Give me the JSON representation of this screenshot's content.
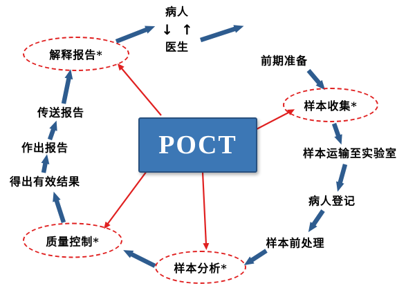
{
  "diagram": {
    "center_label": "POCT",
    "top": {
      "patient": "病人",
      "down_arrow": "↓",
      "up_arrow": "↑",
      "doctor": "医生"
    },
    "steps": {
      "prep": "前期准备",
      "collect": "样本收集*",
      "transport": "样本运输至实验室",
      "register": "病人登记",
      "pretreat": "样本前处理",
      "analyze": "样本分析*",
      "qc": "质量控制*",
      "result": "得出有效结果",
      "report": "作出报告",
      "send": "传送报告",
      "interpret": "解释报告*"
    },
    "colors": {
      "arrow_blue": "#2e5c8f",
      "box_fill": "#3c77b5",
      "box_border": "#28507e",
      "highlight_red": "#e02020",
      "text": "#000000"
    }
  }
}
